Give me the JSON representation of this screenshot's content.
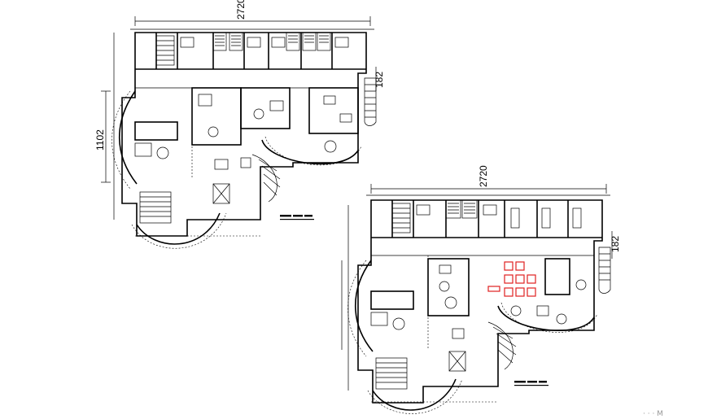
{
  "plans": [
    {
      "name": "upper-left-plan",
      "dimensions": {
        "width": "2720",
        "height": "1102",
        "stair_depth": "182"
      }
    },
    {
      "name": "lower-right-plan",
      "dimensions": {
        "width": "2720",
        "stair_depth": "182"
      }
    }
  ],
  "colors": {
    "lines": "#000000",
    "furniture_highlight": "#e02020",
    "background": "#ffffff"
  },
  "watermark": "· · ·  M"
}
